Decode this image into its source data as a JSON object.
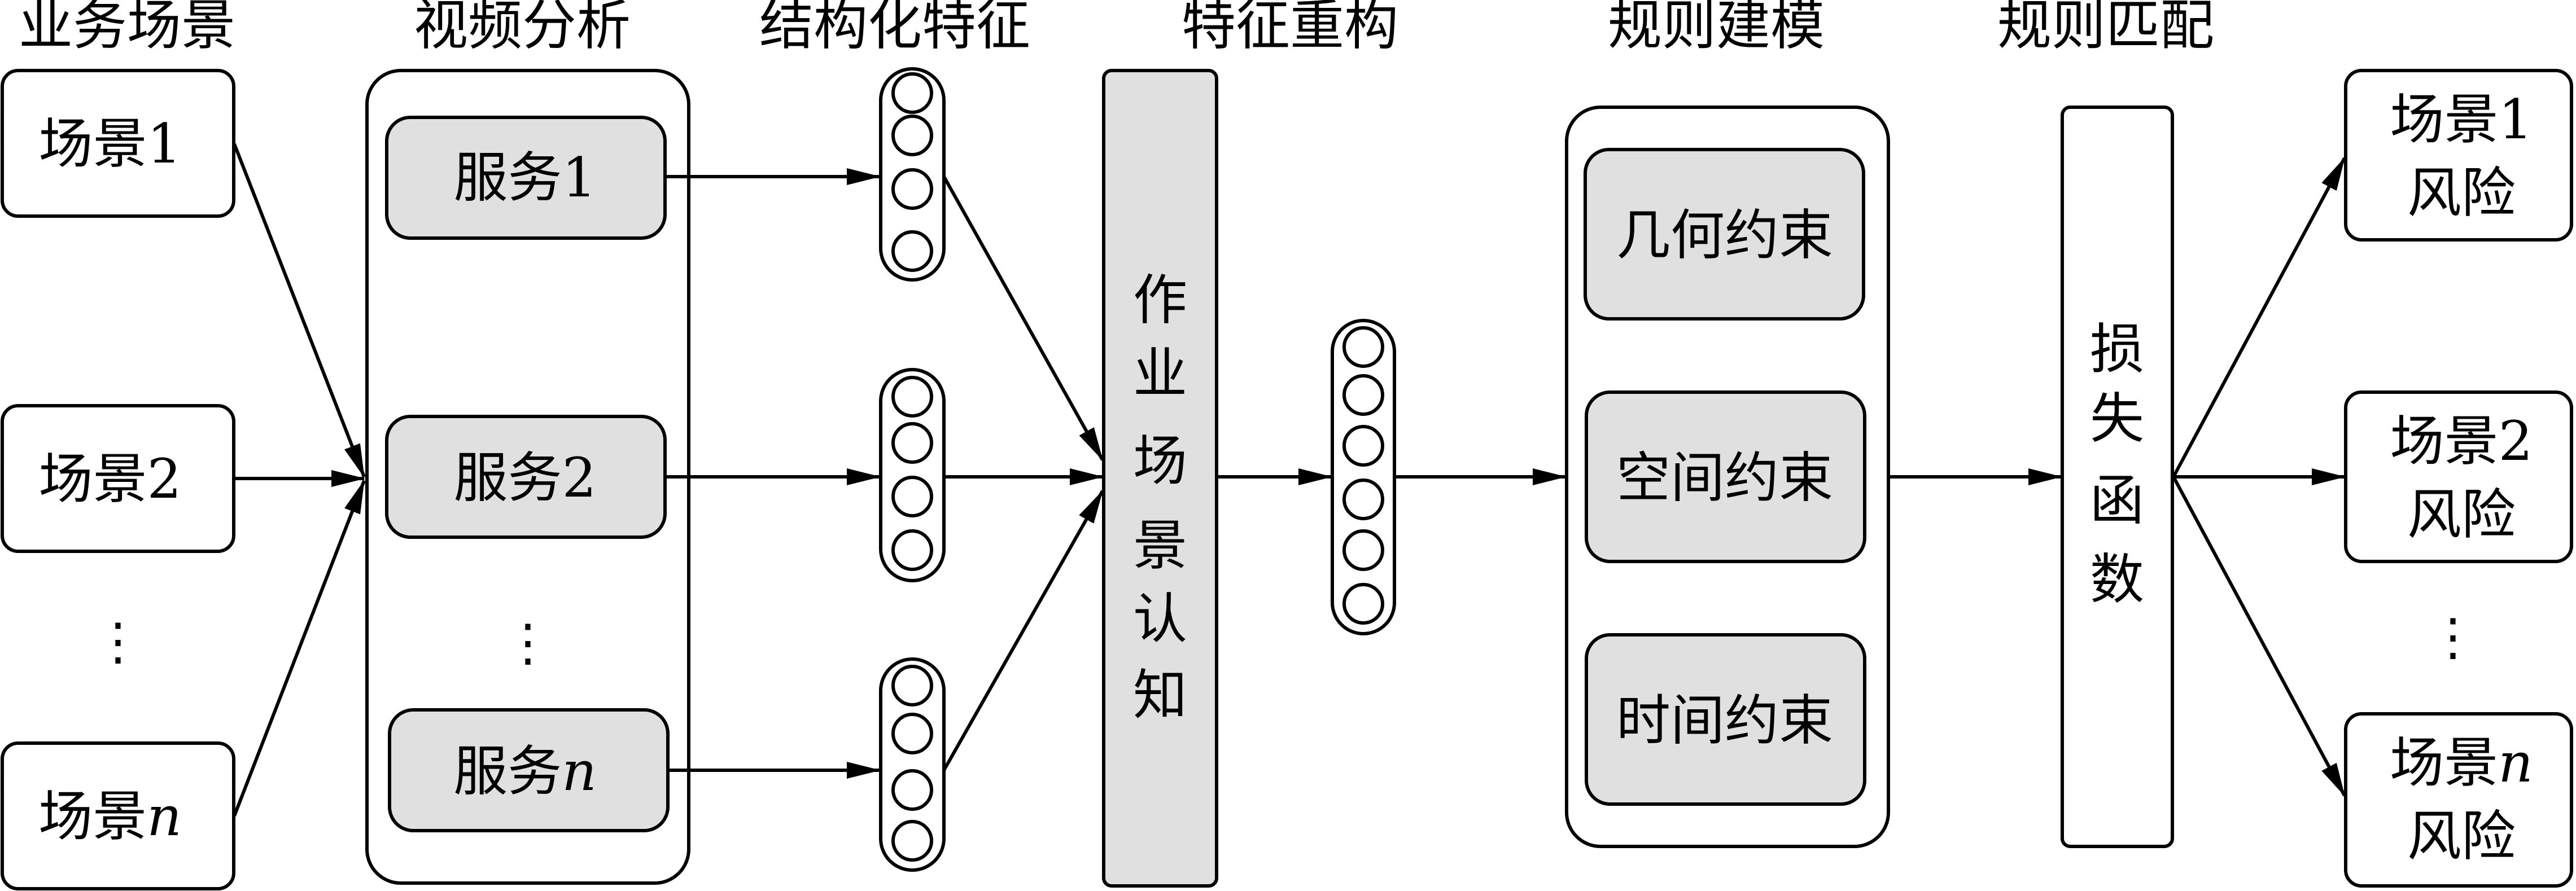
{
  "headers": {
    "business_scenario": "业务场景",
    "video_analysis": "视频分析",
    "structured_features": "结构化特征",
    "feature_reconstruction": "特征重构",
    "rule_modeling": "规则建模",
    "rule_matching": "规则匹配"
  },
  "scenarios": {
    "s1": {
      "text": "场景",
      "suffix": "1"
    },
    "s2": {
      "text": "场景",
      "suffix": "2"
    },
    "sn": {
      "text": "场景",
      "suffix": "n"
    },
    "ellipsis": "⋮"
  },
  "services": {
    "svc1": {
      "text": "服务",
      "suffix": "1"
    },
    "svc2": {
      "text": "服务",
      "suffix": "2"
    },
    "svcn": {
      "text": "服务",
      "suffix": "n"
    },
    "ellipsis": "⋮"
  },
  "cognition": {
    "chars": [
      "作",
      "业",
      "场",
      "景",
      "认",
      "知"
    ]
  },
  "constraints": {
    "geometric": "几何约束",
    "spatial": "空间约束",
    "temporal": "时间约束"
  },
  "loss": {
    "chars": [
      "损",
      "失",
      "函",
      "数"
    ]
  },
  "risks": {
    "r1": {
      "line1": "场景",
      "suffix": "1",
      "line2": "风险"
    },
    "r2": {
      "line1": "场景",
      "suffix": "2",
      "line2": "风险"
    },
    "rn": {
      "line1": "场景",
      "suffix": "n",
      "line2": "风险"
    },
    "ellipsis": "⋮"
  },
  "colors": {
    "stroke": "#000000",
    "fill_gray": "#e0e0e0",
    "fill_white": "#ffffff"
  }
}
